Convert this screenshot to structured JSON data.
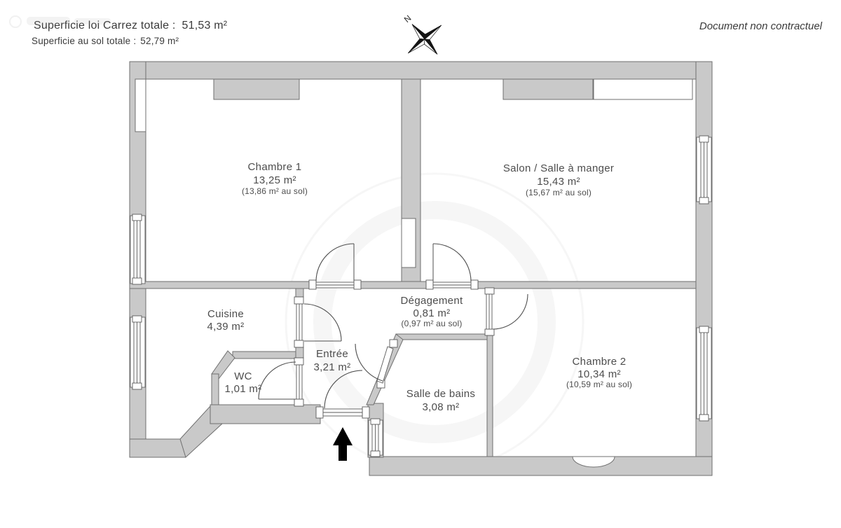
{
  "header": {
    "carrez_label": "Superficie loi Carrez totale :",
    "carrez_value": "51,53 m²",
    "floor_label": "Superficie au sol totale :",
    "floor_value": "52,79 m²",
    "disclaimer": "Document non contractuel"
  },
  "compass": {
    "north_label": "N"
  },
  "rooms": [
    {
      "name": "Chambre 1",
      "area": "13,25 m²",
      "floor_area": "(13,86 m² au sol)"
    },
    {
      "name": "Salon / Salle à manger",
      "area": "15,43 m²",
      "floor_area": "(15,67 m² au sol)"
    },
    {
      "name": "Cuisine",
      "area": "4,39 m²"
    },
    {
      "name": "Dégagement",
      "area": "0,81 m²",
      "floor_area": "(0,97 m² au sol)"
    },
    {
      "name": "Entrée",
      "area": "3,21 m²"
    },
    {
      "name": "WC",
      "area": "1,01 m²"
    },
    {
      "name": "Salle de bains",
      "area": "3,08 m²"
    },
    {
      "name": "Chambre 2",
      "area": "10,34 m²",
      "floor_area": "(10,59 m² au sol)"
    }
  ],
  "colors": {
    "wall_fill": "#c9c9c9",
    "wall_stroke": "#6f6f6f",
    "line": "#4f4f4f",
    "text": "#4d4d4d",
    "arrow": "#000000",
    "background": "#ffffff"
  }
}
